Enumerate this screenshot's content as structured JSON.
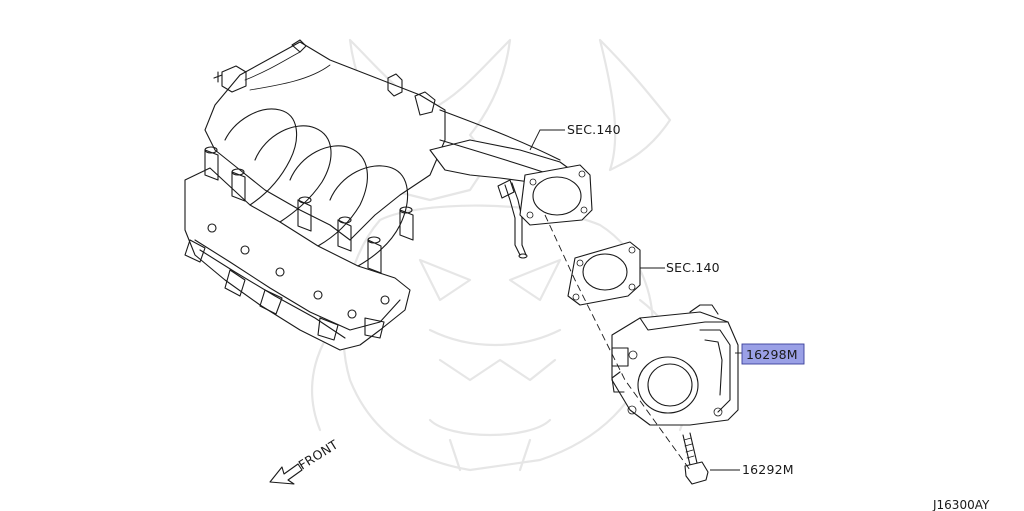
{
  "labels": {
    "sec_upper": "SEC.140",
    "sec_lower": "SEC.140",
    "part_throttle": "16298M",
    "part_bolt": "16292M",
    "front": "FRONT",
    "figure_code": "J16300AY"
  },
  "colors": {
    "highlight_fill": "#9aa0e6",
    "highlight_stroke": "#3a3f9a",
    "line": "#1a1a1a",
    "watermark": "#e6e6e6"
  },
  "icons": {
    "front_arrow": "arrow-down-left-icon"
  }
}
